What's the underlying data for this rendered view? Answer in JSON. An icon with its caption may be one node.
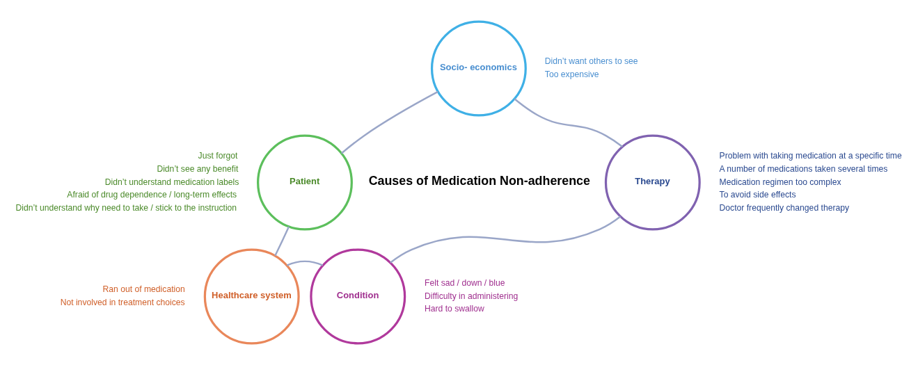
{
  "diagram": {
    "nodes": [
      {
        "text": [
          "Causes of Medication Non-adherence"
        ]
      },
      {
        "text": [
          "Socio- economics"
        ],
        "beside": [
          "Didn’t want others to see",
          "Too expensive"
        ]
      },
      {
        "text": [
          "Patient"
        ],
        "beside": [
          "Just forgot",
          "Didn’t see any benefit",
          "Didn’t understand medication labels",
          "Afraid of drug dependence / long-term effects",
          "Didn’t understand why need to take / stick to the instruction"
        ]
      },
      {
        "text": [
          "Therapy"
        ],
        "beside": [
          "Problem with taking medication at a specific time",
          "A number of medications taken several times",
          "Medication regimen too complex",
          "To avoid side effects",
          "Doctor frequently changed therapy"
        ]
      },
      {
        "text": [
          "Healthcare system"
        ],
        "beside": [
          "Ran out of medication",
          "Not involved in treatment choices"
        ]
      },
      {
        "text": [
          "Condition"
        ],
        "beside": [
          "Felt sad / down / blue",
          "Difficulty in administering",
          "Hard to swallow"
        ]
      }
    ],
    "edges": [
      {
        "from": 1,
        "to": 3,
        "arrow": "none"
      },
      {
        "from": 3,
        "to": 5,
        "arrow": "none"
      },
      {
        "from": 5,
        "to": 4,
        "arrow": "none"
      },
      {
        "from": 4,
        "to": 2,
        "arrow": "none"
      },
      {
        "from": 2,
        "to": 1,
        "arrow": "none"
      }
    ]
  }
}
